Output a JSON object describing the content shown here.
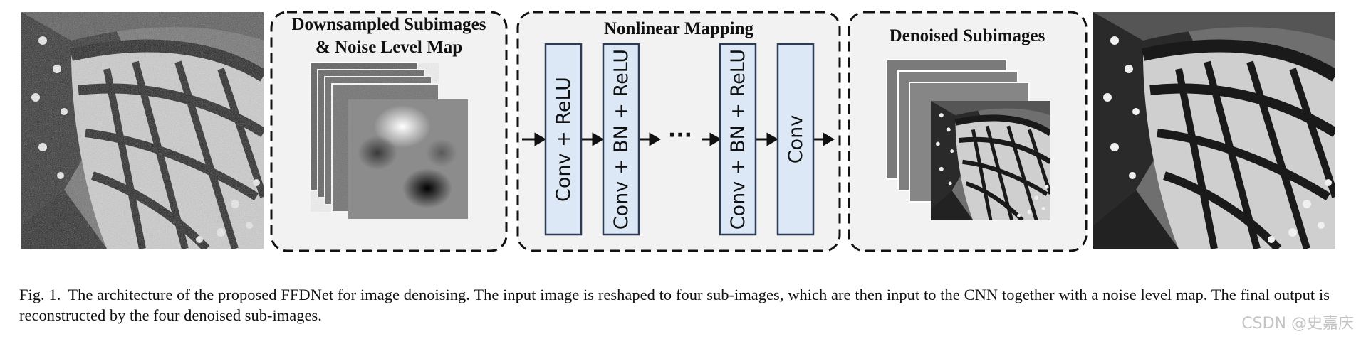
{
  "panels": {
    "input": {
      "title": "Downsampled Subimages",
      "title2": "& Noise Level Map"
    },
    "mapping": {
      "title": "Nonlinear Mapping"
    },
    "output": {
      "title": "Denoised Subimages"
    }
  },
  "layers": [
    {
      "label": "Conv + ReLU"
    },
    {
      "label": "Conv + BN + ReLU"
    },
    {
      "ellipsis": "···"
    },
    {
      "label": "Conv + BN + ReLU"
    },
    {
      "label": "Conv"
    }
  ],
  "caption": {
    "label": "Fig. 1.",
    "text": "The architecture of the proposed FFDNet for image denoising. The input image is reshaped to four sub-images, which are then input to the CNN together with a noise level map. The final output is reconstructed by the four denoised sub-images."
  },
  "watermark": "CSDN @史嘉庆",
  "colors": {
    "panel_fill": "#f2f2f2",
    "layer_fill": "#dce8f6",
    "layer_stroke": "#2a3d55",
    "border": "#111111"
  }
}
